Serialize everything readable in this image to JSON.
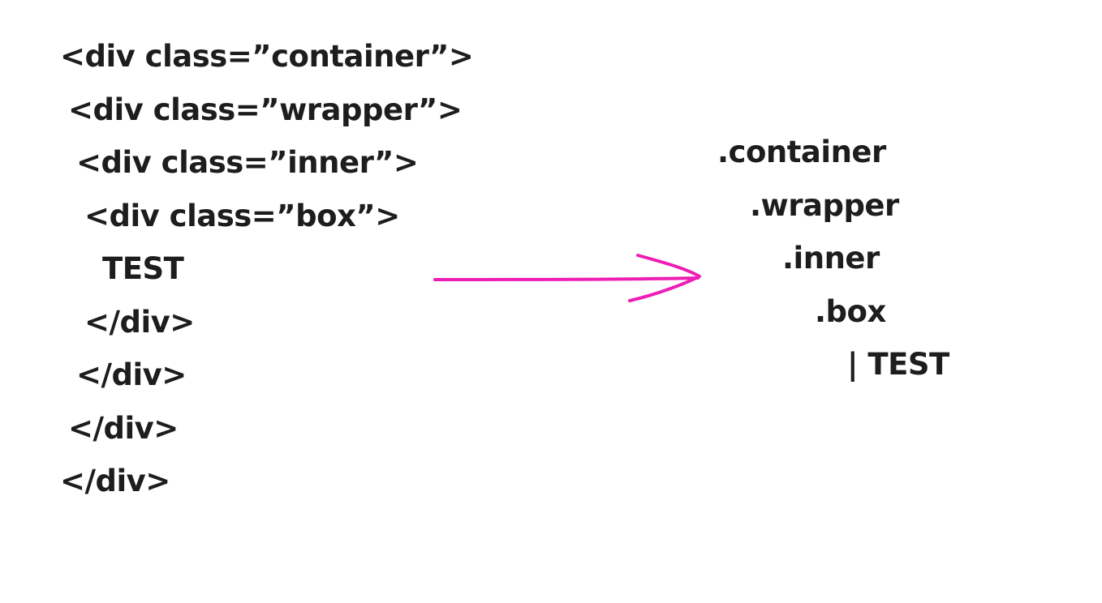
{
  "html_code": {
    "lines": [
      "<div class=”container”>",
      "<div class=”wrapper”>",
      "<div class=”inner”>",
      "<div class=”box”>",
      "TEST",
      "</div>",
      "</div>",
      "</div>",
      "</div>"
    ]
  },
  "tree_view": {
    "lines": [
      ".container",
      ".wrapper",
      ".inner",
      ".box",
      "| TEST"
    ]
  },
  "arrow": {
    "color": "#ee1db4",
    "icon": "right-arrow-icon"
  }
}
